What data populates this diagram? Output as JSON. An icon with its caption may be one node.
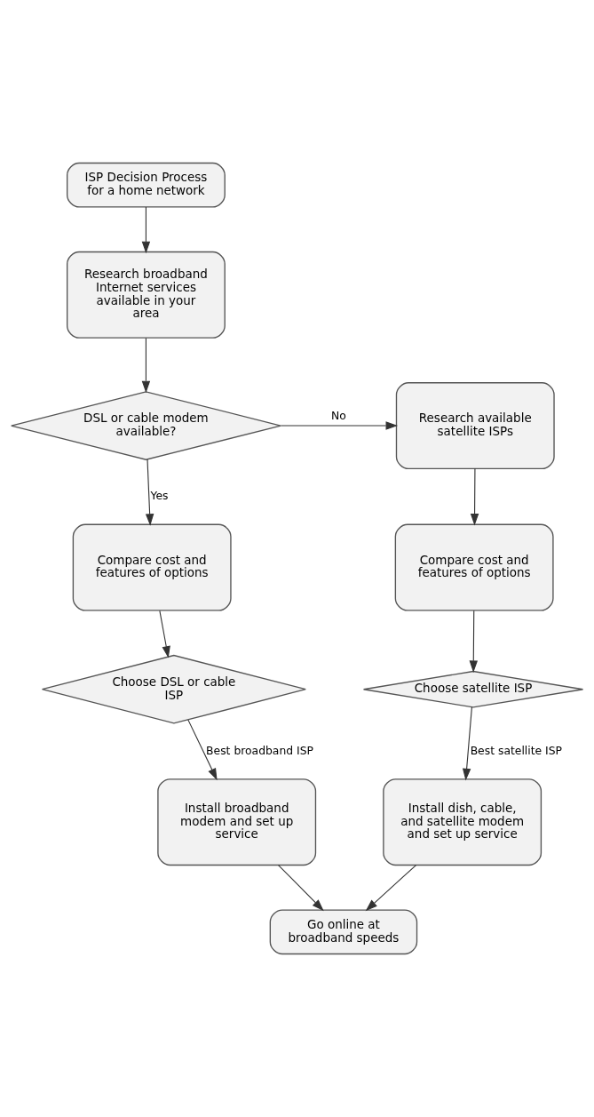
{
  "diagram": {
    "nodes": [
      {
        "text": [
          "ISP Decision Process for a home network"
        ]
      },
      {
        "text": [
          "Research broadband Internet services available in your area"
        ]
      },
      {
        "text": [
          "DSL or cable modem available?"
        ]
      },
      {
        "text": [
          "Research available satellite ISPs"
        ]
      },
      {
        "text": [
          "Compare cost and features of options"
        ]
      },
      {
        "text": [
          "Compare cost and features of options"
        ]
      },
      {
        "text": [
          "Choose DSL or cable ISP"
        ]
      },
      {
        "text": [
          "Choose satellite ISP"
        ]
      },
      {
        "text": [
          "Install broadband modem and set up service"
        ]
      },
      {
        "text": [
          "Install dish, cable, and satellite modem and set up service"
        ]
      },
      {
        "text": [
          "Go online at broadband speeds"
        ]
      }
    ],
    "edges": [
      {
        "from": 0,
        "to": 1,
        "arrow": "to"
      },
      {
        "from": 1,
        "to": 2,
        "arrow": "to"
      },
      {
        "from": 2,
        "to": 3,
        "arrow": "to",
        "label": "No"
      },
      {
        "from": 2,
        "to": 4,
        "arrow": "to",
        "label": "Yes"
      },
      {
        "from": 3,
        "to": 5,
        "arrow": "to"
      },
      {
        "from": 4,
        "to": 6,
        "arrow": "to"
      },
      {
        "from": 5,
        "to": 7,
        "arrow": "to"
      },
      {
        "from": 6,
        "to": 8,
        "arrow": "to",
        "label": "Best broadband ISP"
      },
      {
        "from": 7,
        "to": 9,
        "arrow": "to",
        "label": "Best satellite ISP"
      },
      {
        "from": 8,
        "to": 10,
        "arrow": "to"
      },
      {
        "from": 9,
        "to": 10,
        "arrow": "to"
      }
    ]
  }
}
